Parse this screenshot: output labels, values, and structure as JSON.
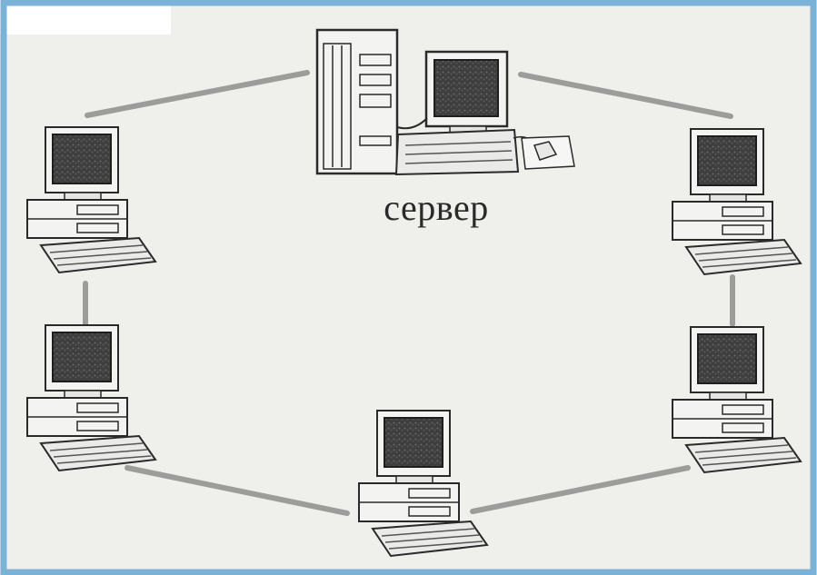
{
  "diagram": {
    "type": "ring-network",
    "server_label": "сервер",
    "nodes": [
      "server",
      "workstation-top-right",
      "workstation-bottom-right",
      "workstation-bottom-center",
      "workstation-bottom-left",
      "workstation-top-left"
    ],
    "links": [
      [
        "server",
        "workstation-top-right"
      ],
      [
        "workstation-top-right",
        "workstation-bottom-right"
      ],
      [
        "workstation-bottom-right",
        "workstation-bottom-center"
      ],
      [
        "workstation-bottom-center",
        "workstation-bottom-left"
      ],
      [
        "workstation-bottom-left",
        "workstation-top-left"
      ],
      [
        "workstation-top-left",
        "server"
      ]
    ]
  },
  "colors": {
    "background": "#efefec",
    "cable": "#9a9a9a",
    "frame": "#7ab2d8",
    "device_fill": "#f4f4f2",
    "screen": "#3b3b3b"
  }
}
